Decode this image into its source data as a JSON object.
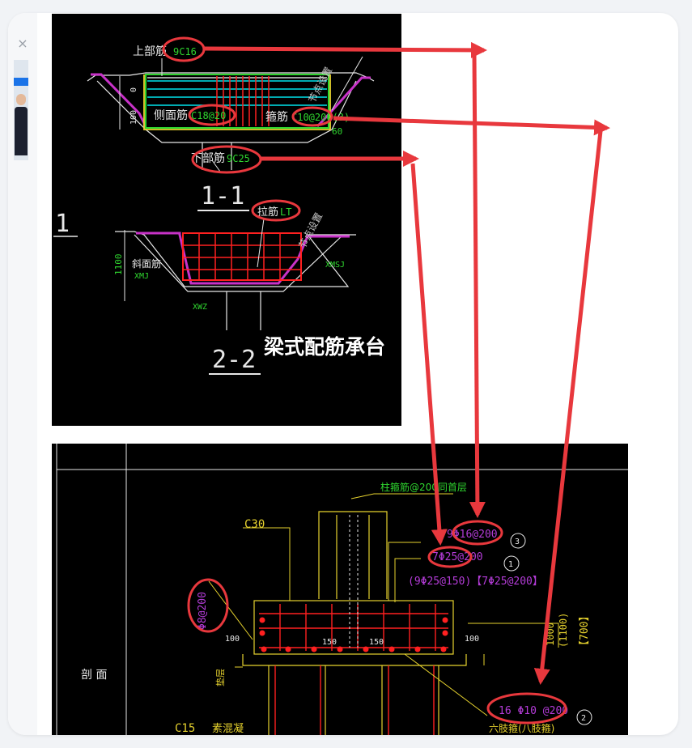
{
  "ui": {
    "close_glyph": "×"
  },
  "top": {
    "label_top_bar": "上部筋",
    "val_top_bar": "9C16",
    "label_side_bar": "侧面筋",
    "val_side_bar": "C18@20",
    "label_stirrup": "箍筋",
    "val_stirrup": "C10@200(3)",
    "label_bottom_bar": "下部筋",
    "val_bottom_bar": "9C25",
    "dim_0": "0",
    "dim_100": "100",
    "dim_60": "60",
    "dim_1100": "1100",
    "node_setting": "节点设置",
    "section_11": "1-1",
    "section_22": "2-2",
    "side_mark": "1",
    "label_tie": "拉筋",
    "val_tie": "LT",
    "label_slope": "斜面筋",
    "val_xmj": "XMJ",
    "val_xmsj": "XMSJ",
    "val_xwz": "XWZ",
    "title_cn": "梁式配筋承台"
  },
  "bottom": {
    "col_stirrup": "柱箍筋@200同首层",
    "concrete": "C30",
    "concrete_base": "C15",
    "plain_concrete": "素混凝",
    "rebar_3": "9Φ16@200",
    "circle_3": "3",
    "rebar_1": "7Φ25@200",
    "circle_1": "1",
    "rebar_1_alt": "(9Φ25@150)【7Φ25@200】",
    "side_rebar": "Φ8@200",
    "stirrup_2": "16 Φ10 @200",
    "circle_2": "2",
    "stirrup_note": "六肢箍(八肢箍)",
    "dim_100": "100",
    "dim_150": "150",
    "dim_1000": "1000",
    "dim_1100": "(1100)",
    "dim_700": "【700】",
    "section": "剖 面",
    "cushion": "垫层"
  },
  "colors": {
    "cad_bg": "#000000",
    "annotation_red": "#e8383d",
    "cad_green": "#2fd62f",
    "cad_yellow": "#e6d22e",
    "cad_magenta": "#c832c8",
    "cad_cyan": "#00e5ee",
    "cad_purple": "#b43cd8",
    "cad_white": "#e8e8e8"
  }
}
